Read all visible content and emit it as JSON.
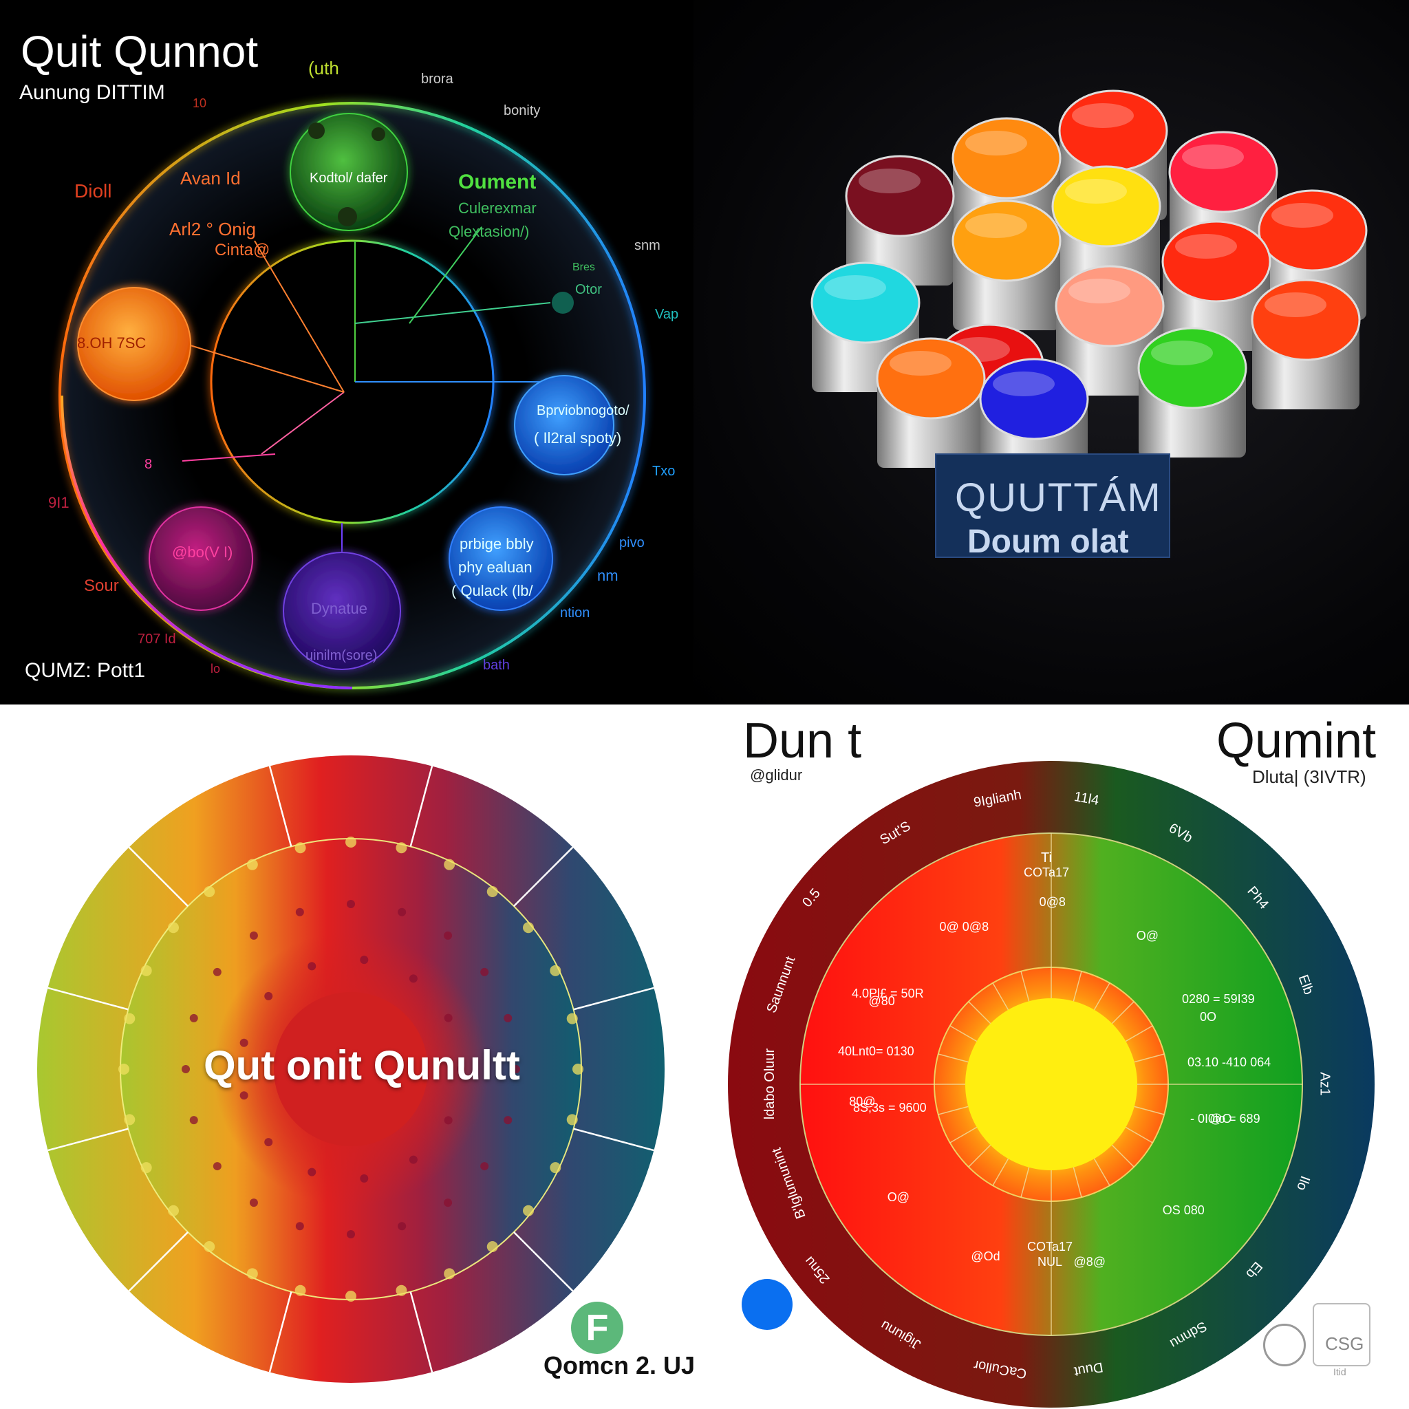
{
  "panel1": {
    "title": "Quit Qunnot",
    "subtitle": "Aunung DITTIM",
    "footer": "QUMZ: Pott1",
    "labels": {
      "uth": "(uth",
      "brora": "brora",
      "bonity": "bonity",
      "dioll": "Dioll",
      "avan": "Avan Id",
      "arlz": "Arl2 ° Onig",
      "centa": "Cinta@",
      "kodtol": "Kodtol/ dafer",
      "oument": "Oument",
      "culerexmar": "Culerexmar",
      "qlextasion": "Qlextasion/)",
      "snm": "snm",
      "bres": "Bres",
      "otor": "Otor",
      "vap": "Vap",
      "orange_bubble": "8.OH 7SC",
      "bprviob": "Bprviobnogoto/",
      "ll2ral": "( Il2ral spoty)",
      "txo": "Txo",
      "pink_bubble": "@bo(V I)",
      "sour": "Sour",
      "prbige": "prbige bbly",
      "phy": "phy ealuan",
      "qulack": "( Qulack (lb/",
      "pivo": "pivo",
      "nm": "nm",
      "ntion": "ntion",
      "dynatue": "Dynatue",
      "uinilm": "uinilm(sore)",
      "bath": "bath",
      "seven": "707 Id",
      "lo": "lo",
      "ten": "10",
      "sig9": "9I1",
      "sig8": "8"
    }
  },
  "panel2": {
    "sign_line1": "QUUTTÁM",
    "sign_line2": "Doum olat",
    "vial_colors": [
      "#7a1020",
      "#ff8a10",
      "#ff2a10",
      "#ff2040",
      "#ffe010",
      "#ffa010",
      "#ff2a10",
      "#ff3010",
      "#20d8e0",
      "#ff9a80",
      "#e81010",
      "#ff4010",
      "#30d020",
      "#2020e0",
      "#ff7010"
    ]
  },
  "panel3": {
    "center_text": "Qut onit Qunultt",
    "badge_letter": "F",
    "footer": "Qomcn 2. UJ"
  },
  "panel4": {
    "title_left": "Dun t",
    "subtitle_left": "@glidur",
    "title_right": "Qumint",
    "subtitle_right": "Dluta| (3IVTR)",
    "outer_labels": [
      "11l4",
      "6Vb",
      "Ph4",
      "Elb",
      "Az1",
      "Ilo",
      "Eb",
      "Sdnnu",
      "Duut",
      "CaCullor",
      "Jigiunu",
      "25nu",
      "B'lglumunint",
      "ldabo Oluur",
      "Saunnunt",
      "0.5",
      "Sut'S",
      "9Iglianh"
    ],
    "inner_top": [
      "Ti",
      "COTa17"
    ],
    "inner_bottom": [
      "COTa17",
      "NUL"
    ],
    "left_values": [
      "4.0Pl£ = 50R",
      "40Lnt0= 0130",
      "8S,3s = 9600"
    ],
    "right_values": [
      "0280 = 59I39",
      "03.10 -410 064",
      "- 0I0to = 689"
    ],
    "small_marks": [
      "0@ 0@8",
      "0@8",
      "O@",
      "0O",
      "@O",
      "OS 080",
      "@8@",
      "@Od",
      "O@",
      "80@",
      "@80"
    ],
    "logo_text": "CSG",
    "logo_sub": "Itid"
  }
}
